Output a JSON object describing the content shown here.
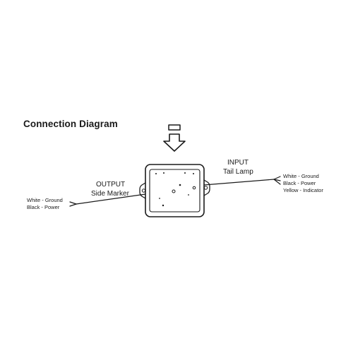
{
  "title": "Connection Diagram",
  "input": {
    "heading": "INPUT",
    "name": "Tail Lamp",
    "wires": [
      "White - Ground",
      "Black - Power",
      "Yellow - Indicator"
    ]
  },
  "output": {
    "heading": "OUTPUT",
    "name": "Side Marker",
    "wires": [
      "White - Ground",
      "Black - Power"
    ]
  },
  "icons": {
    "direction": "down-arrow-icon",
    "module": "junction-box-icon"
  },
  "colors": {
    "ink": "#1a1a1a",
    "background": "#ffffff"
  }
}
